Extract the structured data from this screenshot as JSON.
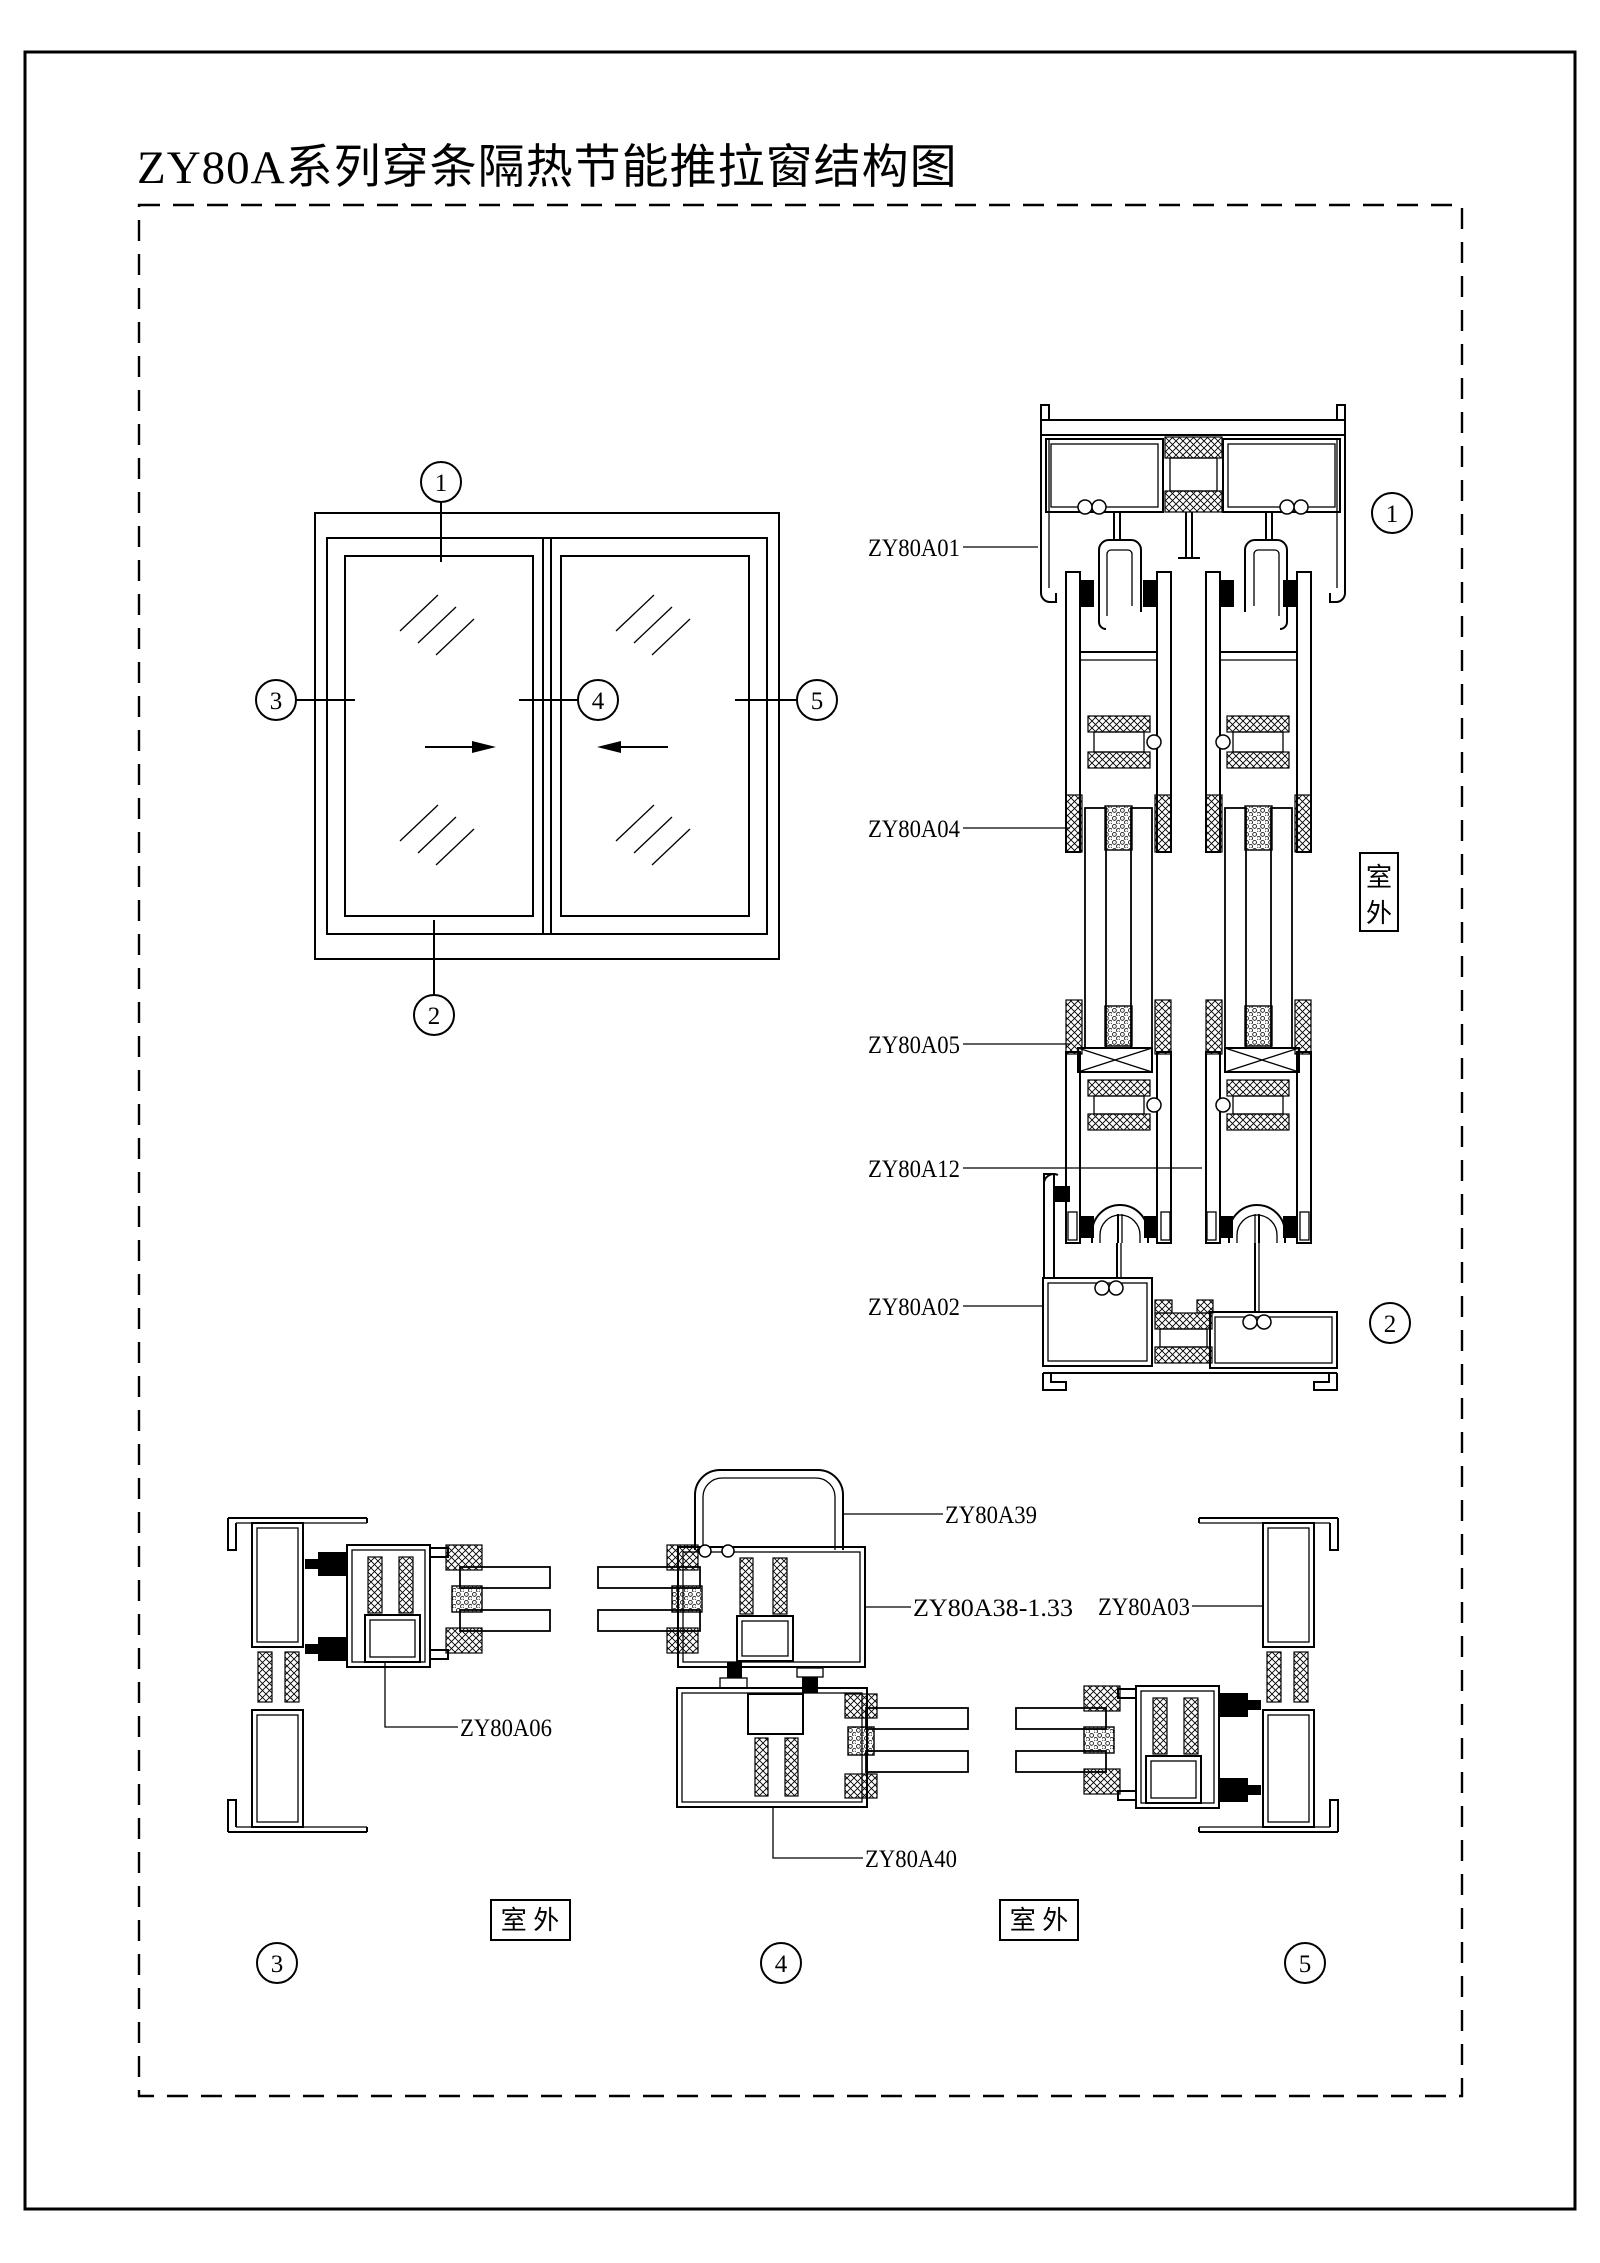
{
  "title": "ZY80A系列穿条隔热节能推拉窗结构图",
  "outdoor": {
    "v0": "室",
    "v1": "外",
    "h": "室 外"
  },
  "callouts": {
    "c1": "1",
    "c2": "2",
    "c3": "3",
    "c4": "4",
    "c5": "5"
  },
  "parts": {
    "a01": "ZY80A01",
    "a04": "ZY80A04",
    "a05": "ZY80A05",
    "a12": "ZY80A12",
    "a02": "ZY80A02",
    "a06": "ZY80A06",
    "a39": "ZY80A39",
    "a38": "ZY80A38-1.33",
    "a03": "ZY80A03",
    "a40": "ZY80A40"
  }
}
